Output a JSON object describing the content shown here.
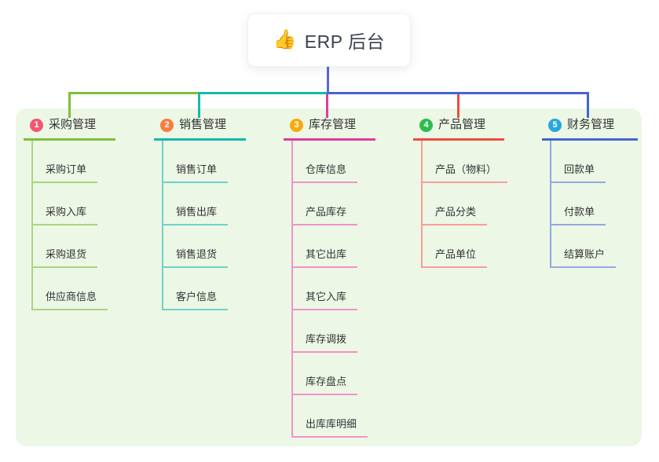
{
  "root": {
    "icon": "👍",
    "title": "ERP 后台"
  },
  "colors": {
    "panel_background": "#ecf7e6",
    "root_connector": "#5a68d0",
    "node_text": "#333333",
    "root_text": "#3a4150"
  },
  "branches": [
    {
      "badge": "1",
      "label": "采购管理",
      "badge_color": "#f25872",
      "line_color": "#7fbf3b",
      "light_line_color": "#abd581",
      "children": [
        "采购订单",
        "采购入库",
        "采购退货",
        "供应商信息"
      ]
    },
    {
      "badge": "2",
      "label": "销售管理",
      "badge_color": "#f57e3e",
      "line_color": "#16b8ab",
      "light_line_color": "#6fd2c8",
      "children": [
        "销售订单",
        "销售出库",
        "销售退货",
        "客户信息"
      ]
    },
    {
      "badge": "3",
      "label": "库存管理",
      "badge_color": "#f7ab0e",
      "line_color": "#e23a9e",
      "light_line_color": "#f193c7",
      "children": [
        "仓库信息",
        "产品库存",
        "其它出库",
        "其它入库",
        "库存调拨",
        "库存盘点",
        "出库库明细"
      ]
    },
    {
      "badge": "4",
      "label": "产品管理",
      "badge_color": "#2cbd4e",
      "line_color": "#f2493f",
      "light_line_color": "#f79e97",
      "children": [
        "产品（物料）",
        "产品分类",
        "产品单位"
      ]
    },
    {
      "badge": "5",
      "label": "财务管理",
      "badge_color": "#27a6de",
      "line_color": "#4464d2",
      "light_line_color": "#93a9e2",
      "children": [
        "回款单",
        "付款单",
        "结算账户"
      ]
    }
  ]
}
